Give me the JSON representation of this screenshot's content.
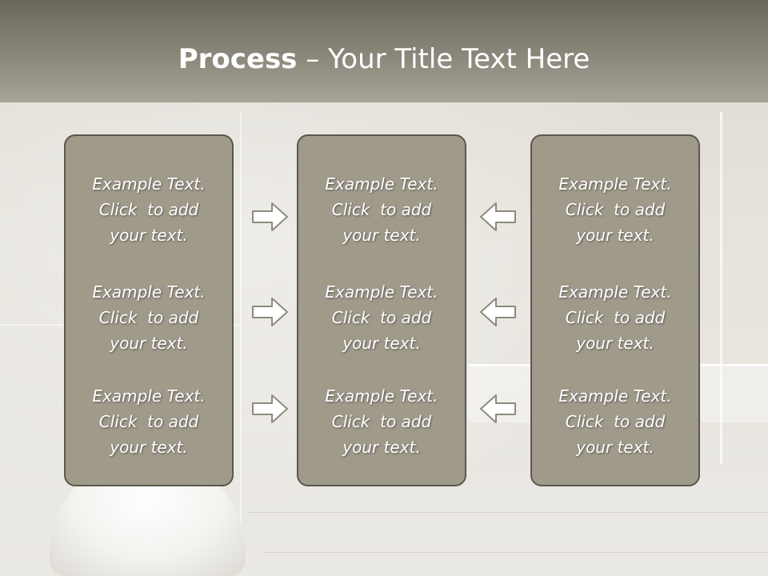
{
  "slide": {
    "title_bold": "Process",
    "title_rest": " – Your Title Text Here"
  },
  "columns": [
    {
      "items": [
        {
          "line1": "Example Text.",
          "line2": "Click  to add",
          "line3": "your text."
        },
        {
          "line1": "Example Text.",
          "line2": "Click  to add",
          "line3": "your text."
        },
        {
          "line1": "Example Text.",
          "line2": "Click  to add",
          "line3": "your text."
        }
      ]
    },
    {
      "items": [
        {
          "line1": "Example Text.",
          "line2": "Click  to add",
          "line3": "your text."
        },
        {
          "line1": "Example Text.",
          "line2": "Click  to add",
          "line3": "your text."
        },
        {
          "line1": "Example Text.",
          "line2": "Click  to add",
          "line3": "your text."
        }
      ]
    },
    {
      "items": [
        {
          "line1": "Example Text.",
          "line2": "Click  to add",
          "line3": "your text."
        },
        {
          "line1": "Example Text.",
          "line2": "Click  to add",
          "line3": "your text."
        },
        {
          "line1": "Example Text.",
          "line2": "Click  to add",
          "line3": "your text."
        }
      ]
    }
  ],
  "arrows": {
    "left": [
      "right-arrow-icon",
      "right-arrow-icon",
      "right-arrow-icon"
    ],
    "right": [
      "left-arrow-icon",
      "left-arrow-icon",
      "left-arrow-icon"
    ]
  },
  "colors": {
    "box_fill": "#a09a8b",
    "box_border": "#5b574d",
    "header": "#8b877b",
    "text": "#ffffff"
  }
}
